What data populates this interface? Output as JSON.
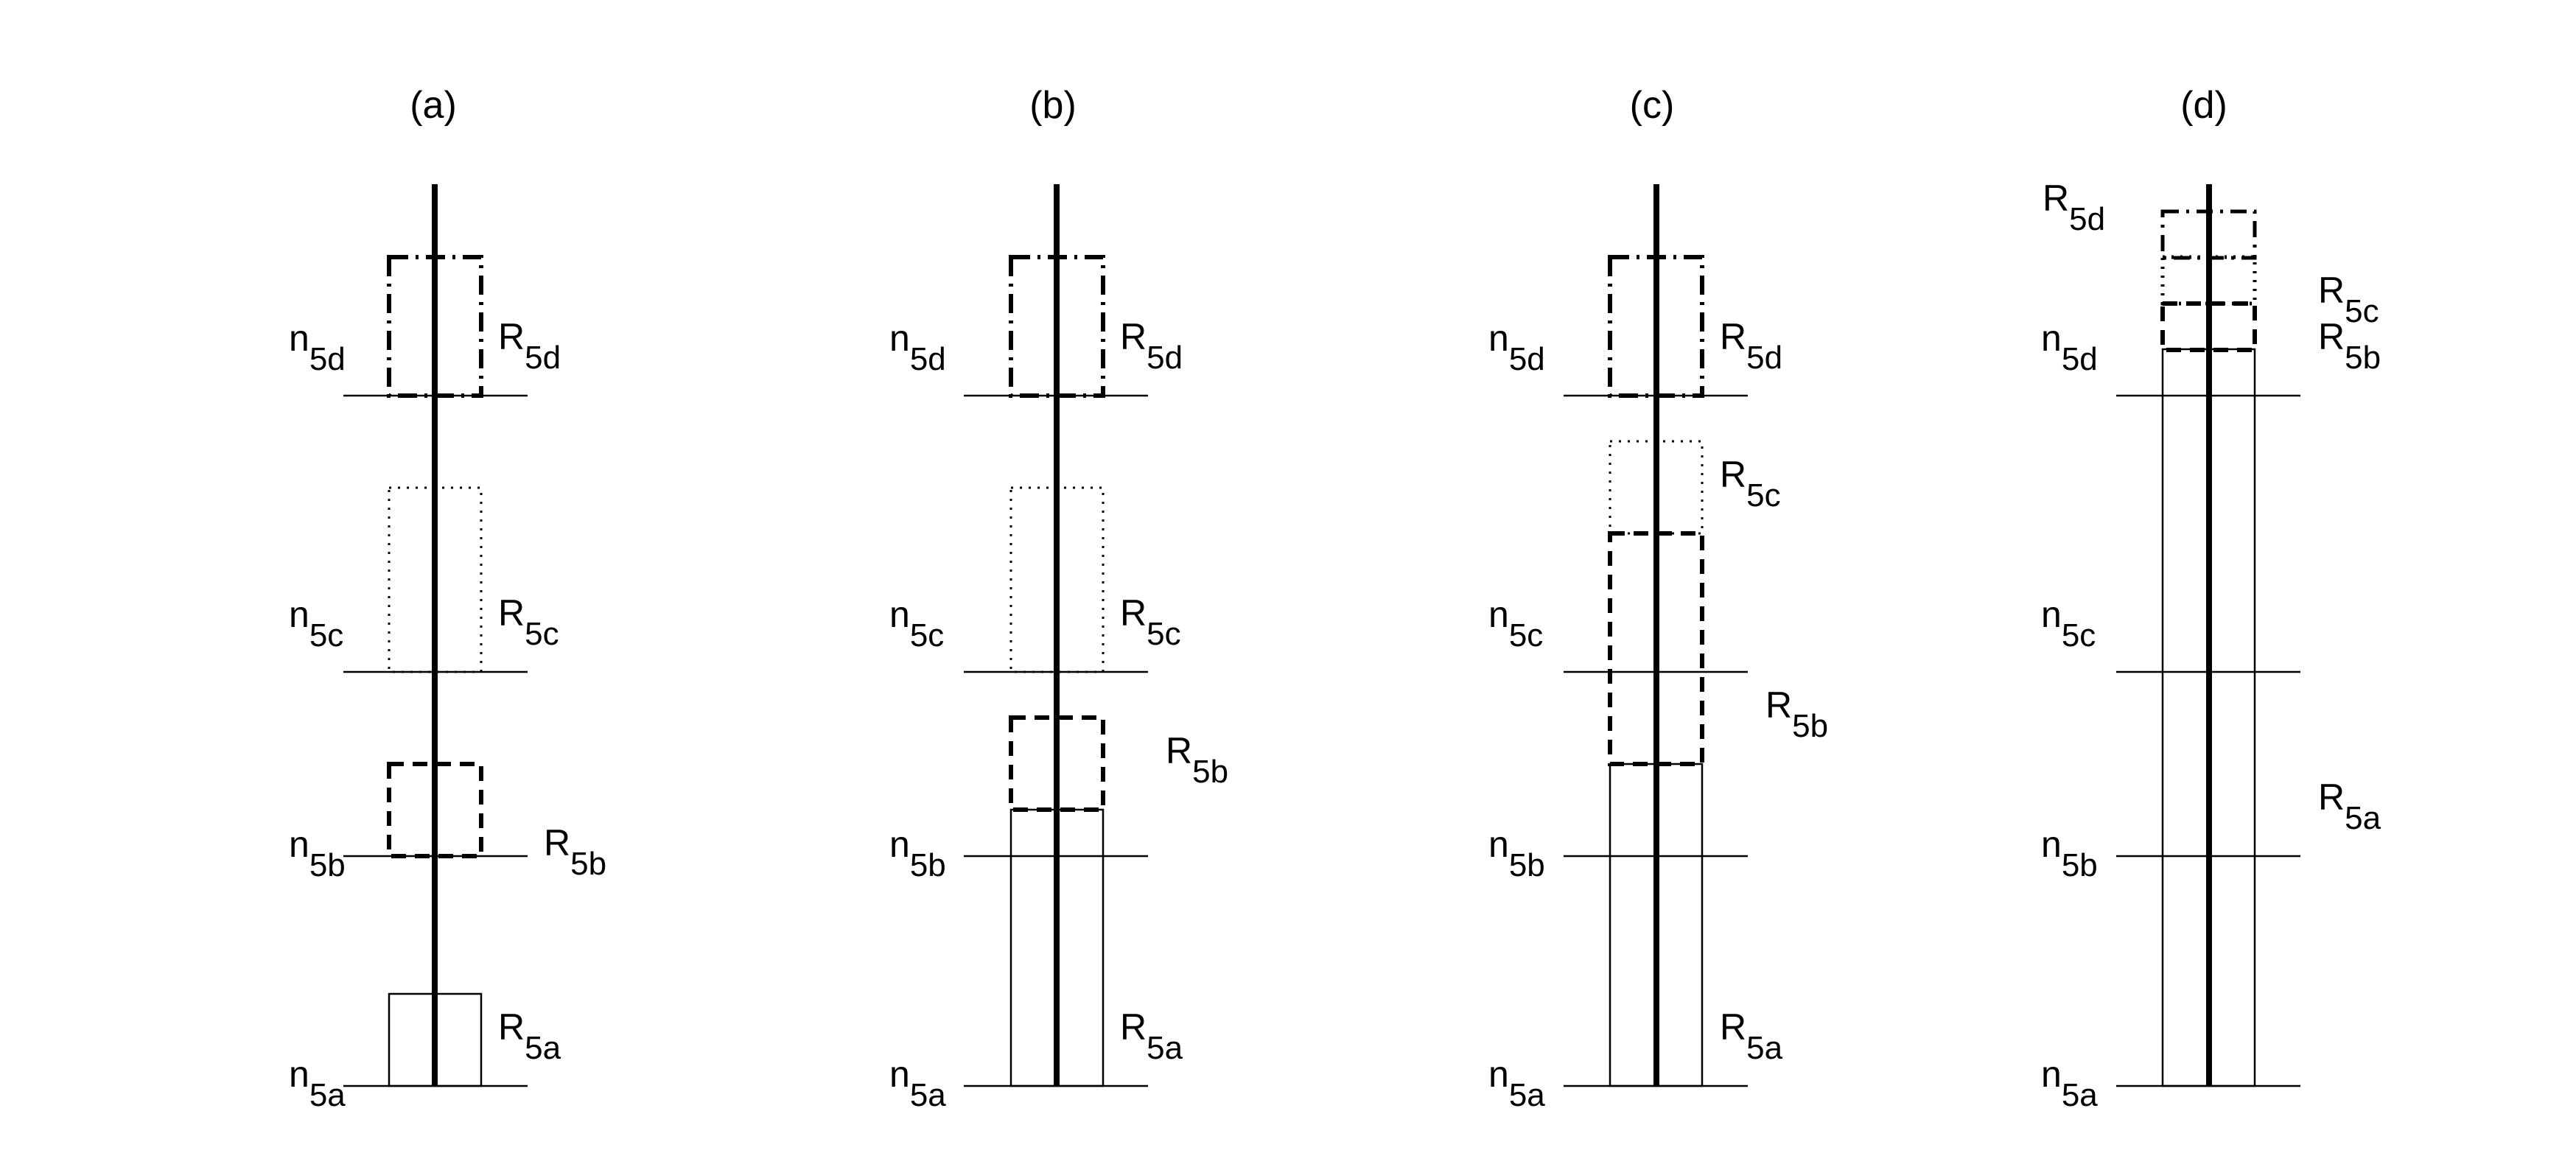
{
  "panels": [
    {
      "id": "a",
      "title": "(a)",
      "node_labels": [
        {
          "main": "n",
          "sub": "5d"
        },
        {
          "main": "n",
          "sub": "5c"
        },
        {
          "main": "n",
          "sub": "5b"
        },
        {
          "main": "n",
          "sub": "5a"
        }
      ],
      "region_labels": [
        {
          "main": "R",
          "sub": "5d"
        },
        {
          "main": "R",
          "sub": "5c"
        },
        {
          "main": "R",
          "sub": "5b"
        },
        {
          "main": "R",
          "sub": "5a"
        }
      ]
    },
    {
      "id": "b",
      "title": "(b)",
      "node_labels": [
        {
          "main": "n",
          "sub": "5d"
        },
        {
          "main": "n",
          "sub": "5c"
        },
        {
          "main": "n",
          "sub": "5b"
        },
        {
          "main": "n",
          "sub": "5a"
        }
      ],
      "region_labels": [
        {
          "main": "R",
          "sub": "5d"
        },
        {
          "main": "R",
          "sub": "5c"
        },
        {
          "main": "R",
          "sub": "5b"
        },
        {
          "main": "R",
          "sub": "5a"
        }
      ]
    },
    {
      "id": "c",
      "title": "(c)",
      "node_labels": [
        {
          "main": "n",
          "sub": "5d"
        },
        {
          "main": "n",
          "sub": "5c"
        },
        {
          "main": "n",
          "sub": "5b"
        },
        {
          "main": "n",
          "sub": "5a"
        }
      ],
      "region_labels": [
        {
          "main": "R",
          "sub": "5d"
        },
        {
          "main": "R",
          "sub": "5c"
        },
        {
          "main": "R",
          "sub": "5b"
        },
        {
          "main": "R",
          "sub": "5a"
        }
      ]
    },
    {
      "id": "d",
      "title": "(d)",
      "node_labels": [
        {
          "main": "n",
          "sub": "5d"
        },
        {
          "main": "n",
          "sub": "5c"
        },
        {
          "main": "n",
          "sub": "5b"
        },
        {
          "main": "n",
          "sub": "5a"
        }
      ],
      "region_labels": [
        {
          "main": "R",
          "sub": "5d"
        },
        {
          "main": "R",
          "sub": "5c"
        },
        {
          "main": "R",
          "sub": "5b"
        },
        {
          "main": "R",
          "sub": "5a"
        }
      ]
    }
  ],
  "colors": {
    "stroke": "#000000",
    "background": "#ffffff"
  }
}
